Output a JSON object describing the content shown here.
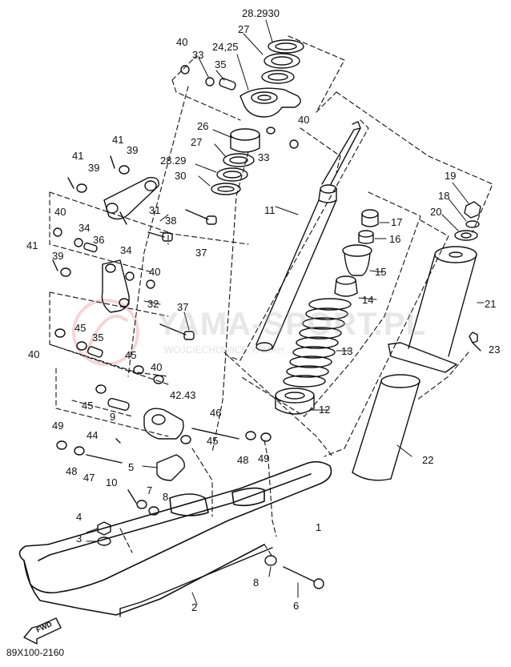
{
  "watermark": {
    "text": "YAMA-SPORT.PL",
    "subtext": "WOJCIECHOWICE   YAMAH"
  },
  "drawing_code": "89X100-2160",
  "fwd_label": "FWD",
  "callouts": [
    {
      "id": "c28-29-30",
      "text": "28.2930"
    },
    {
      "id": "c27-top",
      "text": "27"
    },
    {
      "id": "c24-25",
      "text": "24,25"
    },
    {
      "id": "c40-a",
      "text": "40"
    },
    {
      "id": "c33-a",
      "text": "33"
    },
    {
      "id": "c35-a",
      "text": "35"
    },
    {
      "id": "c26",
      "text": "26"
    },
    {
      "id": "c40-b",
      "text": "40"
    },
    {
      "id": "c33-b",
      "text": "33"
    },
    {
      "id": "c27-mid",
      "text": "27"
    },
    {
      "id": "c28-29-mid",
      "text": "28.29"
    },
    {
      "id": "c30-mid",
      "text": "30"
    },
    {
      "id": "c41-a",
      "text": "41"
    },
    {
      "id": "c39-a",
      "text": "39"
    },
    {
      "id": "c41-b",
      "text": "41"
    },
    {
      "id": "c39-b",
      "text": "39"
    },
    {
      "id": "c31",
      "text": "31"
    },
    {
      "id": "c11",
      "text": "11"
    },
    {
      "id": "c19",
      "text": "19"
    },
    {
      "id": "c18",
      "text": "18"
    },
    {
      "id": "c20",
      "text": "20"
    },
    {
      "id": "c17",
      "text": "17"
    },
    {
      "id": "c16",
      "text": "16"
    },
    {
      "id": "c40-c",
      "text": "40"
    },
    {
      "id": "c34-a",
      "text": "34"
    },
    {
      "id": "c36",
      "text": "36"
    },
    {
      "id": "c38",
      "text": "38"
    },
    {
      "id": "c37-a",
      "text": "37"
    },
    {
      "id": "c41-c",
      "text": "41"
    },
    {
      "id": "c39-c",
      "text": "39"
    },
    {
      "id": "c34-b",
      "text": "34"
    },
    {
      "id": "c40-d",
      "text": "40"
    },
    {
      "id": "c15",
      "text": "15"
    },
    {
      "id": "c21",
      "text": "21"
    },
    {
      "id": "c14",
      "text": "14"
    },
    {
      "id": "c32",
      "text": "32"
    },
    {
      "id": "c37-b",
      "text": "37"
    },
    {
      "id": "c45-a",
      "text": "45"
    },
    {
      "id": "c35-b",
      "text": "35"
    },
    {
      "id": "c40-e",
      "text": "40"
    },
    {
      "id": "c13",
      "text": "13"
    },
    {
      "id": "c23",
      "text": "23"
    },
    {
      "id": "c45-b",
      "text": "45"
    },
    {
      "id": "c40-f",
      "text": "40"
    },
    {
      "id": "c42-43",
      "text": "42.43"
    },
    {
      "id": "c45-c",
      "text": "45"
    },
    {
      "id": "c9",
      "text": "9"
    },
    {
      "id": "c12",
      "text": "12"
    },
    {
      "id": "c46",
      "text": "46"
    },
    {
      "id": "c49-a",
      "text": "49"
    },
    {
      "id": "c44",
      "text": "44"
    },
    {
      "id": "c45-d",
      "text": "45"
    },
    {
      "id": "c48-a",
      "text": "48"
    },
    {
      "id": "c49-b",
      "text": "49"
    },
    {
      "id": "c22",
      "text": "22"
    },
    {
      "id": "c48-b",
      "text": "48"
    },
    {
      "id": "c47",
      "text": "47"
    },
    {
      "id": "c5",
      "text": "5"
    },
    {
      "id": "c10",
      "text": "10"
    },
    {
      "id": "c7",
      "text": "7"
    },
    {
      "id": "c8-a",
      "text": "8"
    },
    {
      "id": "c1",
      "text": "1"
    },
    {
      "id": "c4",
      "text": "4"
    },
    {
      "id": "c3",
      "text": "3"
    },
    {
      "id": "c8-b",
      "text": "8"
    },
    {
      "id": "c6",
      "text": "6"
    },
    {
      "id": "c2",
      "text": "2"
    }
  ]
}
